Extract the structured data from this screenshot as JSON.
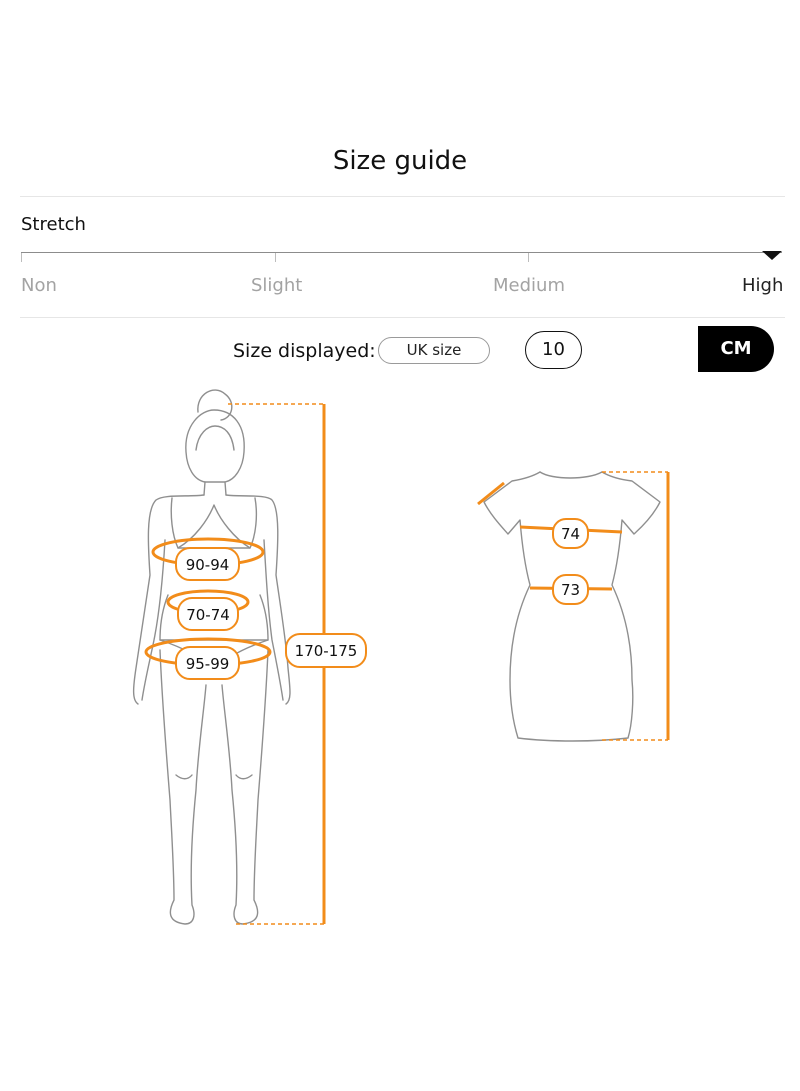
{
  "header": {
    "title": "Size guide"
  },
  "stretch": {
    "title": "Stretch",
    "levels": [
      "Non",
      "Slight",
      "Medium",
      "High"
    ],
    "selected": "High"
  },
  "size_display": {
    "label": "Size displayed:",
    "region": "UK size",
    "size": "10",
    "unit": "CM"
  },
  "body_measurements": {
    "bust": "90-94",
    "waist": "70-74",
    "hips": "95-99",
    "height": "170-175"
  },
  "garment_measurements": {
    "bust": "74",
    "waist": "73"
  },
  "colors": {
    "accent": "#F28C1A",
    "outline": "#8f8f8f",
    "button_bg": "#000000"
  }
}
